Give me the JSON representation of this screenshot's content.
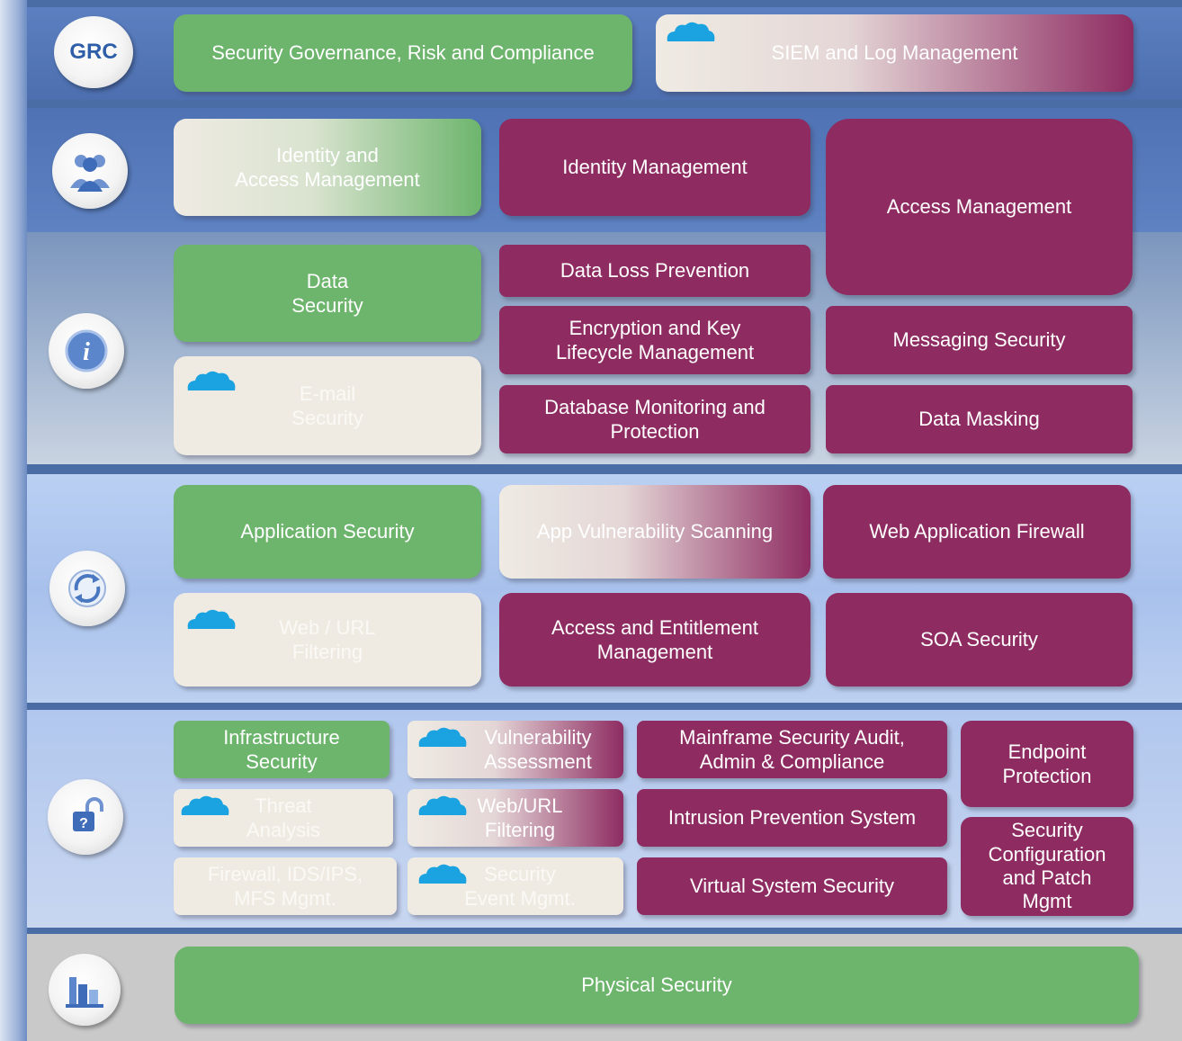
{
  "grc_label": "GRC",
  "boxes": {
    "governance": "Security Governance, Risk and Compliance",
    "siem": "SIEM and Log Management",
    "iam": "Identity and\nAccess Management",
    "identity_mgmt": "Identity Management",
    "access_mgmt": "Access Management",
    "data_security": "Data\nSecurity",
    "dlp": "Data Loss Prevention",
    "encryption": "Encryption and Key\nLifecycle Management",
    "messaging": "Messaging Security",
    "email": "E-mail\nSecurity",
    "db_monitoring": "Database Monitoring and\nProtection",
    "data_masking": "Data Masking",
    "app_security": "Application Security",
    "app_vuln": "App Vulnerability Scanning",
    "waf": "Web Application Firewall",
    "web_url_app": "Web / URL\nFiltering",
    "access_entitlement": "Access and Entitlement\nManagement",
    "soa": "SOA Security",
    "infra_security": "Infrastructure\nSecurity",
    "vuln_assessment": "Vulnerability\nAssessment",
    "mainframe": "Mainframe Security Audit,\nAdmin & Compliance",
    "endpoint": "Endpoint\nProtection",
    "threat": "Threat\nAnalysis",
    "web_url_infra": "Web/URL\nFiltering",
    "ips": "Intrusion Prevention System",
    "config_patch": "Security\nConfiguration\nand Patch\nMgmt",
    "firewall": "Firewall, IDS/IPS,\nMFS Mgmt.",
    "sec_event": "Security\nEvent Mgmt.",
    "virtual": "Virtual System Security",
    "physical": "Physical Security"
  },
  "icons": {
    "grc": "grc-badge",
    "people": "people-icon",
    "info": "info-icon",
    "refresh": "refresh-icon",
    "lock": "lock-icon",
    "building": "building-icon",
    "cloud": "cloud-icon"
  },
  "colors": {
    "green": "#6db56d",
    "purple": "#8e2c62",
    "cream": "#efebe3",
    "cloud": "#1aa3e0"
  }
}
